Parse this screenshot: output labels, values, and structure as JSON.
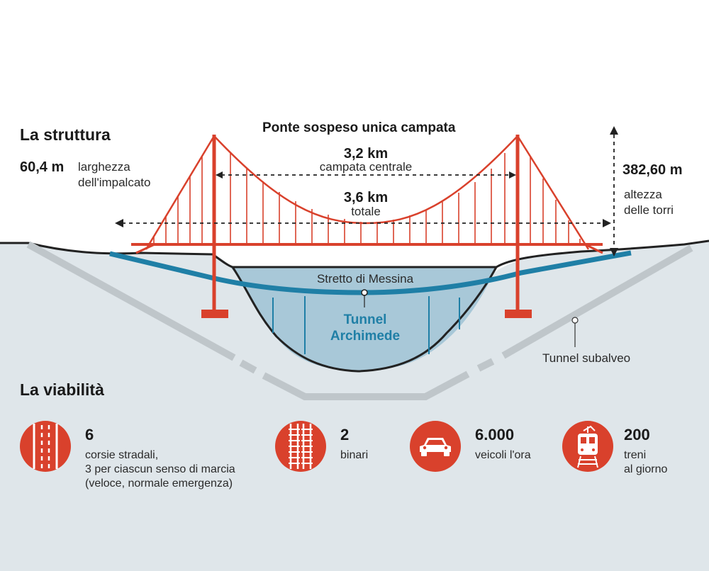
{
  "bridge": {
    "title": "Ponte sospeso unica campata",
    "central_span_value": "3,2 km",
    "central_span_label": "campata centrale",
    "total_value": "3,6 km",
    "total_label": "totale",
    "strait_label": "Stretto di Messina",
    "tunnel_archimede_line1": "Tunnel",
    "tunnel_archimede_line2": "Archimede",
    "tunnel_subalveo_label": "Tunnel subalveo",
    "colors": {
      "bridge": "#d9412c",
      "tunnel": "#1f7fa6",
      "sea": "#a8c8d8",
      "ground": "#dfe6ea"
    }
  },
  "structure": {
    "heading": "La struttura",
    "deck_width_value": "60,4 m",
    "deck_width_label_line1": "larghezza",
    "deck_width_label_line2": "dell'impalcato",
    "tower_height_value": "382,60 m",
    "tower_height_label_line1": "altezza",
    "tower_height_label_line2": "delle torri"
  },
  "viability": {
    "heading": "La viabilità",
    "items": [
      {
        "icon": "road-lanes-icon",
        "value": "6",
        "lines": [
          "corsie stradali,",
          "3 per ciascun senso di marcia",
          "(veloce, normale emergenza)"
        ]
      },
      {
        "icon": "rail-tracks-icon",
        "value": "2",
        "lines": [
          "binari"
        ]
      },
      {
        "icon": "car-icon",
        "value": "6.000",
        "lines": [
          "veicoli l'ora"
        ]
      },
      {
        "icon": "train-icon",
        "value": "200",
        "lines": [
          "treni",
          "al giorno"
        ]
      }
    ]
  }
}
